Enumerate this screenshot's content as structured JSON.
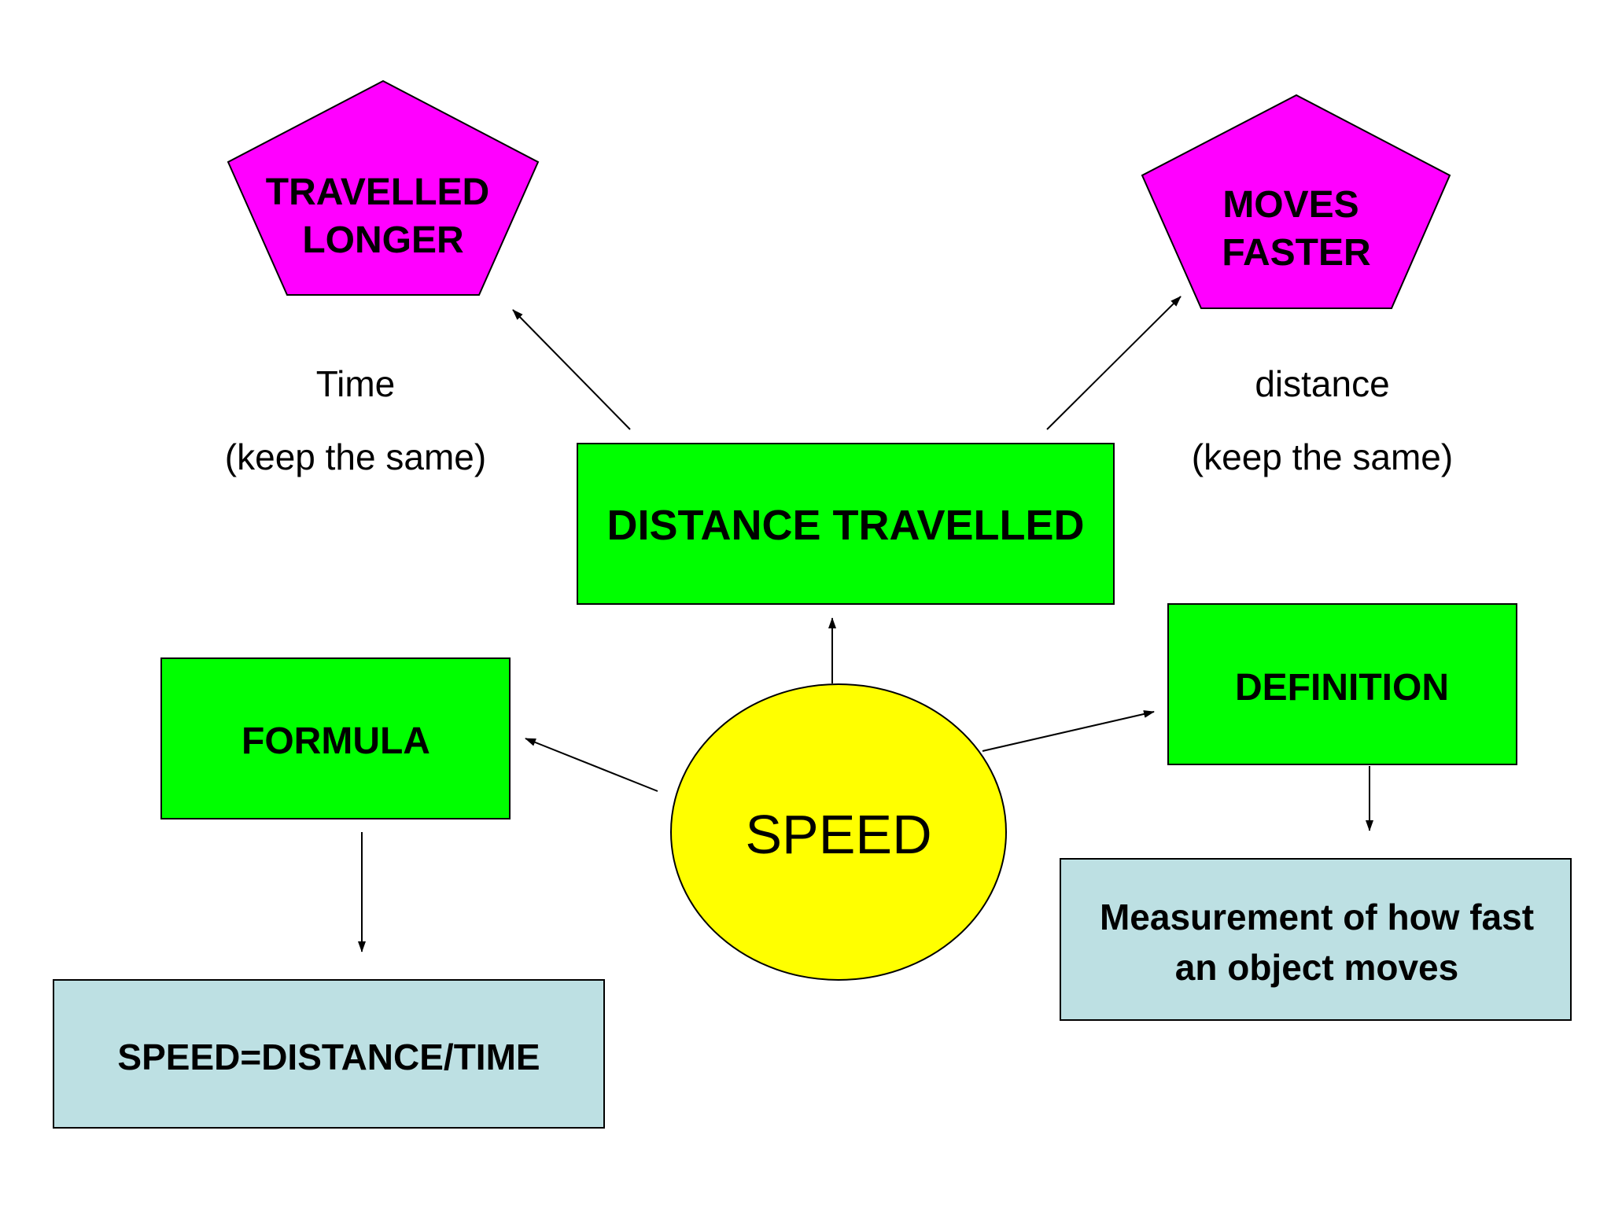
{
  "diagram": {
    "center": {
      "label": "SPEED"
    },
    "distance_travelled": {
      "label": "DISTANCE TRAVELLED"
    },
    "travelled_longer": {
      "line1": "TRAVELLED",
      "line2": "LONGER"
    },
    "moves_faster": {
      "line1": "MOVES",
      "line2": "FASTER"
    },
    "time_note": {
      "line1": "Time",
      "line2": "(keep the same)"
    },
    "distance_note": {
      "line1": "distance",
      "line2": "(keep the same)"
    },
    "formula": {
      "label": "FORMULA"
    },
    "formula_value": {
      "label": "SPEED=DISTANCE/TIME"
    },
    "definition": {
      "label": "DEFINITION"
    },
    "definition_value": {
      "line1": "Measurement of how fast",
      "line2": "an object moves"
    }
  },
  "colors": {
    "green_box": "#00ff00",
    "magenta_pentagon": "#ff00ff",
    "yellow_ellipse": "#ffff00",
    "lightblue_box": "#bde0e3",
    "stroke": "#000000"
  }
}
